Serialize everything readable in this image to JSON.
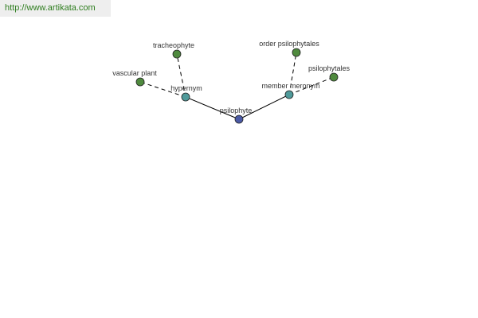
{
  "site": {
    "url": "http://www.artikata.com"
  },
  "colors": {
    "center": "#4b5aa5",
    "relation": "#4f9a9a",
    "leaf": "#4f8a3e",
    "edge": "#000000",
    "link": "#2e7d1e"
  },
  "diagram": {
    "nodes": [
      {
        "id": "psilophyte",
        "label": "psilophyte",
        "kind": "center"
      },
      {
        "id": "hypernym",
        "label": "hypernym",
        "kind": "relation"
      },
      {
        "id": "member_meronym",
        "label": "member meronym",
        "kind": "relation"
      },
      {
        "id": "tracheophyte",
        "label": "tracheophyte",
        "kind": "leaf"
      },
      {
        "id": "vascular_plant",
        "label": "vascular plant",
        "kind": "leaf"
      },
      {
        "id": "order_psilophytales",
        "label": "order psilophytales",
        "kind": "leaf"
      },
      {
        "id": "psilophytales",
        "label": "psilophytales",
        "kind": "leaf"
      }
    ],
    "edges": [
      {
        "from": "psilophyte",
        "to": "hypernym",
        "style": "solid"
      },
      {
        "from": "psilophyte",
        "to": "member_meronym",
        "style": "solid"
      },
      {
        "from": "hypernym",
        "to": "tracheophyte",
        "style": "dashed"
      },
      {
        "from": "hypernym",
        "to": "vascular_plant",
        "style": "dashed"
      },
      {
        "from": "member_meronym",
        "to": "order_psilophytales",
        "style": "dashed"
      },
      {
        "from": "member_meronym",
        "to": "psilophytales",
        "style": "dashed"
      }
    ]
  }
}
